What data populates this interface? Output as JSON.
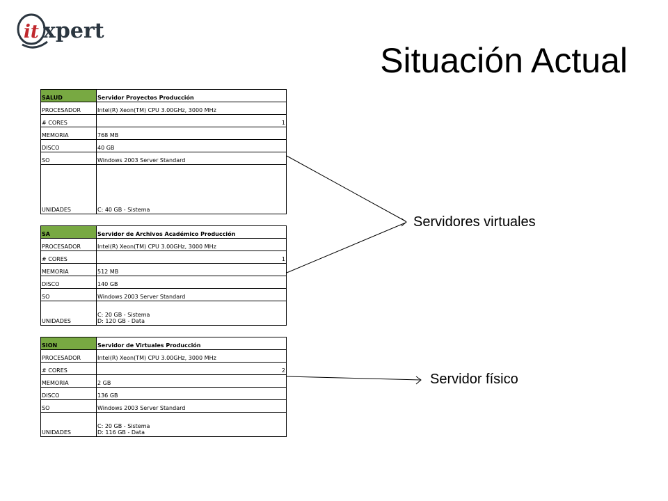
{
  "logo": {
    "text_it": "it",
    "text_xpert": "xpert"
  },
  "title": "Situación Actual",
  "tables": [
    {
      "header": [
        "SALUD",
        "Servidor Proyectos Producción"
      ],
      "rows": [
        [
          "PROCESADOR",
          "Intel(R) Xeon(TM) CPU 3.00GHz, 3000 MHz"
        ],
        [
          "# CORES",
          "1"
        ],
        [
          "MEMORIA",
          "768 MB"
        ],
        [
          "DISCO",
          "40 GB"
        ],
        [
          "SO",
          "Windows 2003 Server Standard"
        ],
        [
          "UNIDADES",
          "C: 40 GB - Sistema"
        ]
      ]
    },
    {
      "header": [
        "SA",
        "Servidor de Archivos Académico Producción"
      ],
      "rows": [
        [
          "PROCESADOR",
          "Intel(R) Xeon(TM) CPU 3.00GHz, 3000 MHz"
        ],
        [
          "# CORES",
          "1"
        ],
        [
          "MEMORIA",
          "512 MB"
        ],
        [
          "DISCO",
          "140 GB"
        ],
        [
          "SO",
          "Windows 2003 Server Standard"
        ],
        [
          "UNIDADES",
          "C: 20 GB - Sistema",
          "D: 120 GB - Data"
        ]
      ]
    },
    {
      "header": [
        "SION",
        "Servidor de Virtuales Producción"
      ],
      "rows": [
        [
          "PROCESADOR",
          "Intel(R) Xeon(TM) CPU 3.00GHz, 3000 MHz"
        ],
        [
          "# CORES",
          "2"
        ],
        [
          "MEMORIA",
          "2 GB"
        ],
        [
          "DISCO",
          "136 GB"
        ],
        [
          "SO",
          "Windows 2003 Server Standard"
        ],
        [
          "UNIDADES",
          "C: 20 GB - Sistema",
          "D: 116 GB - Data"
        ]
      ]
    }
  ],
  "callouts": {
    "virtual": "Servidores virtuales",
    "physical": "Servidor físico"
  },
  "colors": {
    "header_accent": "#78a942",
    "logo_red": "#c0282d",
    "logo_dark": "#2b3640"
  }
}
